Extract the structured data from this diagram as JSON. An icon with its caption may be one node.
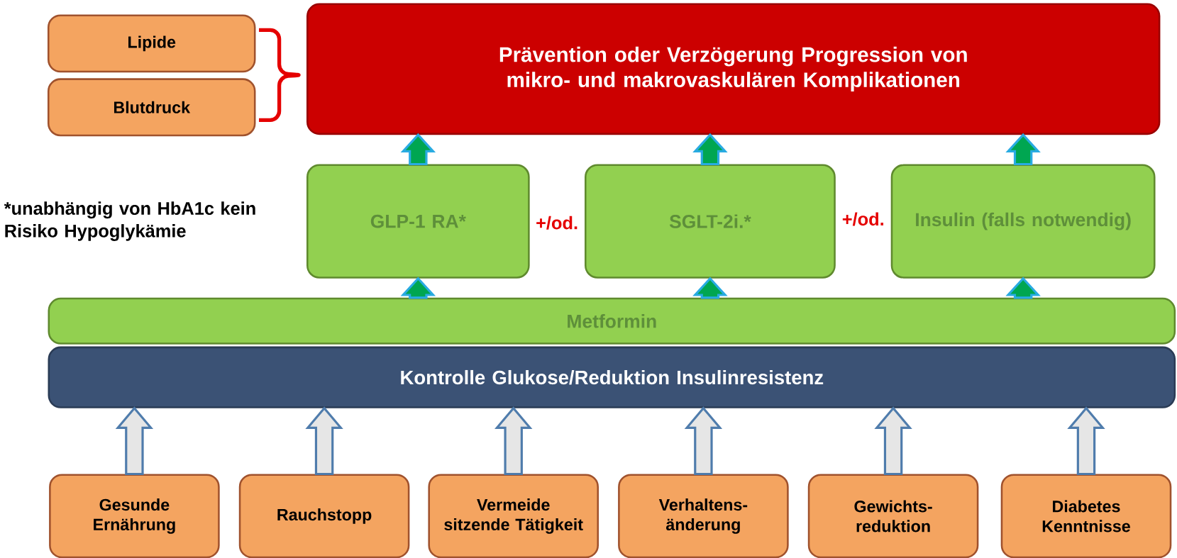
{
  "diagram": {
    "nodes": [
      {
        "text": [
          "Lipide"
        ]
      },
      {
        "text": [
          "Blutdruck"
        ]
      },
      {
        "text": [
          "Prävention oder Verzögerung Progression von mikro- und makrovaskulären Komplikationen"
        ]
      },
      {
        "text": [
          "GLP-1 RA*"
        ]
      },
      {
        "text": [
          "SGLT-2i.*"
        ]
      },
      {
        "text": [
          "Insulin (falls notwendig)"
        ]
      },
      {
        "text": [
          "Metformin"
        ]
      },
      {
        "text": [
          "Kontrolle Glukose/Reduktion Insulinresistenz"
        ]
      },
      {
        "text": [
          "Gesunde Ernährung"
        ]
      },
      {
        "text": [
          "Rauchstopp"
        ]
      },
      {
        "text": [
          "Vermeide sitzende Tätigkeit"
        ]
      },
      {
        "text": [
          "Verhaltens-änderung"
        ]
      },
      {
        "text": [
          "Gewichts-reduktion"
        ]
      },
      {
        "text": [
          "Diabetes Kenntnisse"
        ]
      }
    ],
    "edges": [
      {
        "from": 3,
        "to": 2,
        "arrow": "to",
        "color": "#00a651"
      },
      {
        "from": 4,
        "to": 2,
        "arrow": "to",
        "color": "#00a651"
      },
      {
        "from": 5,
        "to": 2,
        "arrow": "to",
        "color": "#00a651"
      },
      {
        "from": 6,
        "to": 3,
        "arrow": "to",
        "color": "#00a651"
      },
      {
        "from": 6,
        "to": 4,
        "arrow": "to",
        "color": "#00a651"
      },
      {
        "from": 6,
        "to": 5,
        "arrow": "to",
        "color": "#00a651"
      },
      {
        "from": 8,
        "to": 7,
        "arrow": "to",
        "color": "#e6e6e6"
      },
      {
        "from": 9,
        "to": 7,
        "arrow": "to",
        "color": "#e6e6e6"
      },
      {
        "from": 10,
        "to": 7,
        "arrow": "to",
        "color": "#e6e6e6"
      },
      {
        "from": 11,
        "to": 7,
        "arrow": "to",
        "color": "#e6e6e6"
      },
      {
        "from": 12,
        "to": 7,
        "arrow": "to",
        "color": "#e6e6e6"
      },
      {
        "from": 13,
        "to": 7,
        "arrow": "to",
        "color": "#e6e6e6"
      }
    ],
    "labels": [
      "*unabhängig von HbA1c kein Risiko Hypoglykämie",
      "+/od.",
      "+/od."
    ]
  }
}
